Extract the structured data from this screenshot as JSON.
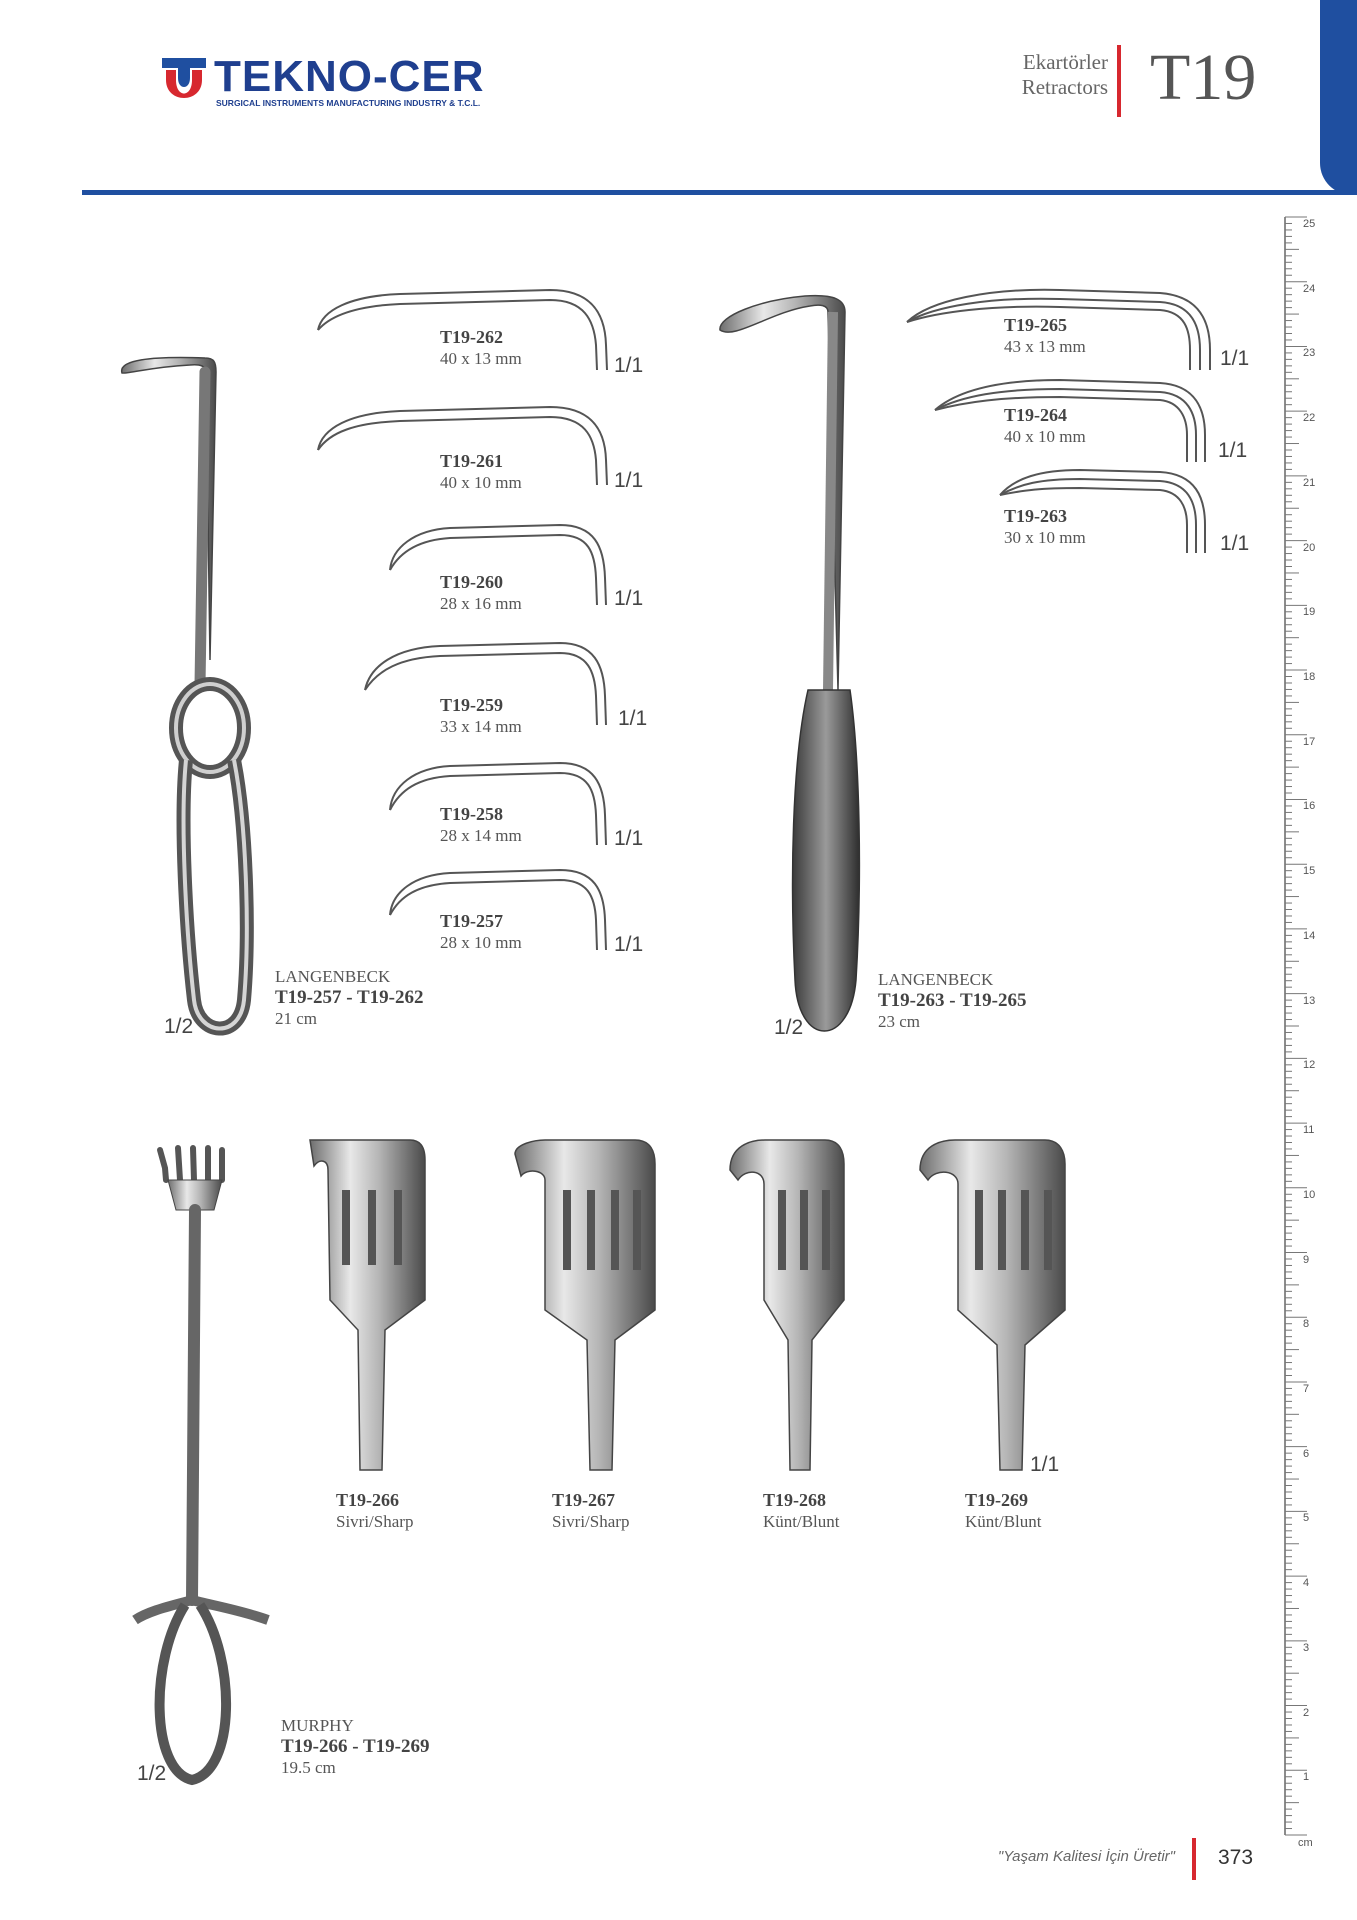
{
  "header": {
    "brand": "TEKNO-CER",
    "brand_sub": "SURGICAL INSTRUMENTS MANUFACTURING INDUSTRY & T.C.L.",
    "category_tr": "Ekartörler",
    "category_en": "Retractors",
    "code": "T19"
  },
  "colors": {
    "brand_blue": "#1f4fa0",
    "accent_red": "#d7282f"
  },
  "scale_full": "1/1",
  "scale_half": "1/2",
  "left_blades": [
    {
      "code": "T19-262",
      "size": "40 x 13 mm"
    },
    {
      "code": "T19-261",
      "size": "40 x 10 mm"
    },
    {
      "code": "T19-260",
      "size": "28 x 16 mm"
    },
    {
      "code": "T19-259",
      "size": "33 x 14 mm"
    },
    {
      "code": "T19-258",
      "size": "28 x 14 mm"
    },
    {
      "code": "T19-257",
      "size": "28 x 10 mm"
    }
  ],
  "right_blades": [
    {
      "code": "T19-265",
      "size": "43 x 13 mm"
    },
    {
      "code": "T19-264",
      "size": "40 x 10 mm"
    },
    {
      "code": "T19-263",
      "size": "30 x 10 mm"
    }
  ],
  "langenbeck_left": {
    "name": "LANGENBECK",
    "codes": "T19-257 - T19-262",
    "length": "21 cm"
  },
  "langenbeck_right": {
    "name": "LANGENBECK",
    "codes": "T19-263 - T19-265",
    "length": "23 cm"
  },
  "murphy": {
    "name": "MURPHY",
    "codes": "T19-266 - T19-269",
    "length": "19.5 cm"
  },
  "rakes": [
    {
      "code": "T19-266",
      "type": "Sivri/Sharp"
    },
    {
      "code": "T19-267",
      "type": "Sivri/Sharp"
    },
    {
      "code": "T19-268",
      "type": "Künt/Blunt"
    },
    {
      "code": "T19-269",
      "type": "Künt/Blunt"
    }
  ],
  "ruler": {
    "unit": "cm",
    "labels": [
      "25",
      "24",
      "23",
      "22",
      "21",
      "20",
      "19",
      "18",
      "17",
      "16",
      "15",
      "14",
      "13",
      "12",
      "11",
      "10",
      "9",
      "8",
      "7",
      "6",
      "5",
      "4",
      "3",
      "2",
      "1"
    ]
  },
  "footer": {
    "slogan": "\"Yaşam Kalitesi İçin Üretir\"",
    "page": "373"
  }
}
